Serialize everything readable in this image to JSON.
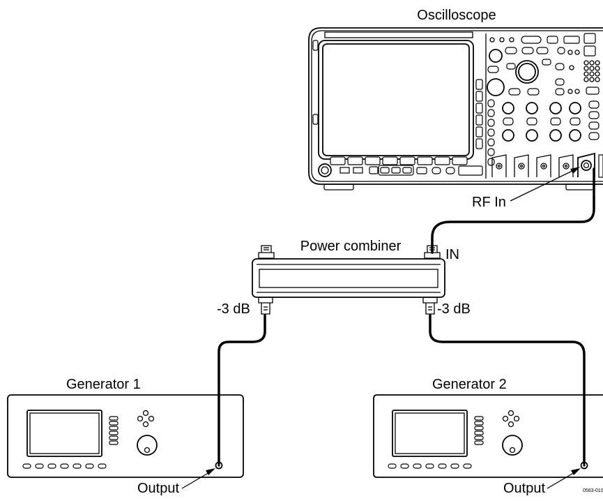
{
  "labels": {
    "oscilloscope": "Oscilloscope",
    "rf_in": "RF In",
    "power_combiner": "Power combiner",
    "in": "IN",
    "minus3db_left": "-3 dB",
    "minus3db_right": "-3 dB",
    "generator1": "Generator 1",
    "generator2": "Generator 2",
    "output1": "Output",
    "output2": "Output",
    "figure_id": "0583-010"
  },
  "icons": {
    "oscilloscope": "oscilloscope-instrument",
    "power_combiner": "power-combiner",
    "generator": "signal-generator",
    "cable": "coaxial-cable",
    "arrow": "arrow"
  }
}
